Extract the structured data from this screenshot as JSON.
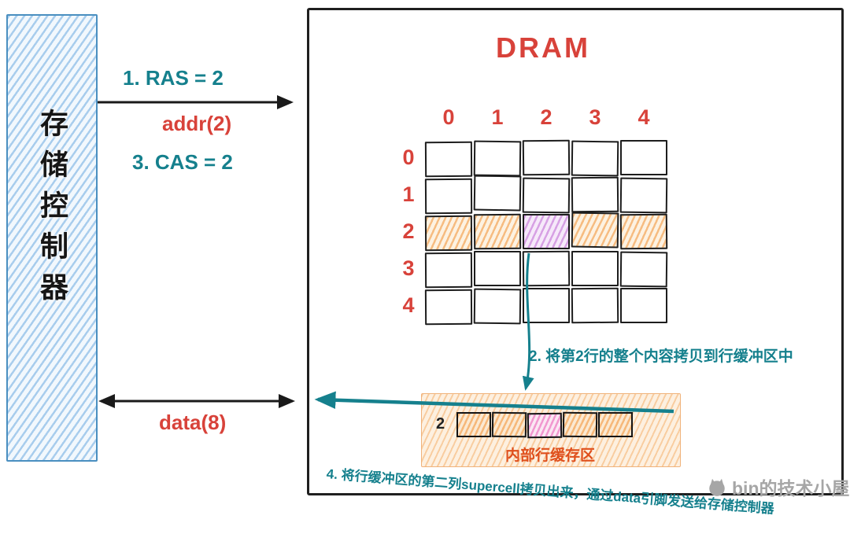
{
  "controller": {
    "label": "存储控制器"
  },
  "signals": {
    "ras": "1. RAS = 2",
    "addr": "addr(2)",
    "cas": "3. CAS = 2",
    "data": "data(8)"
  },
  "dram": {
    "title": "DRAM",
    "col_headers": [
      "0",
      "1",
      "2",
      "3",
      "4"
    ],
    "row_headers": [
      "0",
      "1",
      "2",
      "3",
      "4"
    ],
    "grid_size": 5,
    "highlight_row": 2,
    "highlight_col": 2
  },
  "row_buffer": {
    "row_label": "2",
    "label": "内部行缓存区",
    "cell_count": 5,
    "highlight_index": 2
  },
  "annotations": {
    "step2": "2. 将第2行的整个内容拷贝到行缓冲区中",
    "step4": "4. 将行缓冲区的第二列supercell拷贝出来，通过data引脚发送给存储控制器"
  },
  "watermark": "bin的技术小屋",
  "colors": {
    "red": "#d8423a",
    "teal": "#15808d",
    "orange": "#f0963e",
    "purple": "#c47ad8",
    "blue": "#5b9fd4",
    "pink": "#ec6ebe"
  }
}
